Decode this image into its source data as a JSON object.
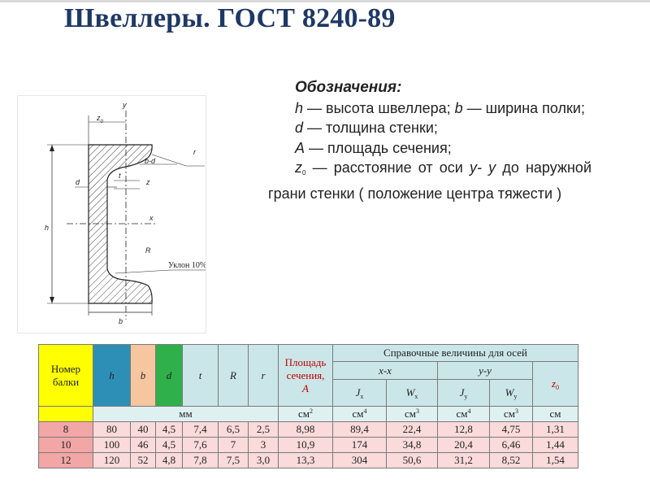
{
  "title": "Швеллеры. ГОСТ 8240-89",
  "diagram": {
    "labels": {
      "y": "y",
      "z0": "z",
      "z0_sub": "0",
      "r": "r",
      "b_minus_d": "b-d",
      "d": "d",
      "t": "t",
      "z": "z",
      "h": "h",
      "x": "x",
      "R": "R",
      "slope": "Уклон 10%",
      "b": "b"
    }
  },
  "legend": {
    "heading": "Обозначения:",
    "h_sym": "h",
    "h_text": " — высота швеллера; ",
    "b_sym": "b",
    "b_text": " — ширина полки;",
    "d_sym": "d",
    "d_text": " — толщина стенки;",
    "a_sym": "A",
    "a_text": " — площадь сечения;",
    "z_sym": "z",
    "z_sub": "0",
    "z_text": " — расстояние от оси ",
    "z_axis": "y- y",
    "z_text2": " до наружной грани стенки ( положение центра тяжести )"
  },
  "table": {
    "h_nomer": "Номер балки",
    "h_h": "h",
    "h_b": "b",
    "h_d": "d",
    "h_t": "t",
    "h_R": "R",
    "h_r": "r",
    "h_area": "Площадь сечения,",
    "h_area_sym": "A",
    "h_ref": "Справочные величины для осей",
    "h_xx": "x-x",
    "h_yy": "y-y",
    "h_Jx": "J",
    "h_Jx_sub": "x",
    "h_Wx": "W",
    "h_Wx_sub": "x",
    "h_Jy": "J",
    "h_Jy_sub": "y",
    "h_Wy": "W",
    "h_Wy_sub": "y",
    "h_z0": "z",
    "h_z0_sub": "0",
    "u_mm": "мм",
    "u_cm2": "см",
    "u_cm2_sup": "2",
    "u_cm4a": "см",
    "u_cm4a_sup": "4",
    "u_cm3a": "см",
    "u_cm3a_sup": "3",
    "u_cm4b": "см",
    "u_cm4b_sup": "4",
    "u_cm3b": "см",
    "u_cm3b_sup": "3",
    "u_cm": "см",
    "rows": [
      {
        "n": "8",
        "h": "80",
        "b": "40",
        "d": "4,5",
        "t": "7,4",
        "R": "6,5",
        "r": "2,5",
        "A": "8,98",
        "Jx": "89,4",
        "Wx": "22,4",
        "Jy": "12,8",
        "Wy": "4,75",
        "z0": "1,31"
      },
      {
        "n": "10",
        "h": "100",
        "b": "46",
        "d": "4,5",
        "t": "7,6",
        "R": "7",
        "r": "3",
        "A": "10,9",
        "Jx": "174",
        "Wx": "34,8",
        "Jy": "20,4",
        "Wy": "6,46",
        "z0": "1,44"
      },
      {
        "n": "12",
        "h": "120",
        "b": "52",
        "d": "4,8",
        "t": "7,8",
        "R": "7,5",
        "r": "3,0",
        "A": "13,3",
        "Jx": "304",
        "Wx": "50,6",
        "Jy": "31,2",
        "Wy": "8,52",
        "z0": "1,54"
      }
    ]
  }
}
